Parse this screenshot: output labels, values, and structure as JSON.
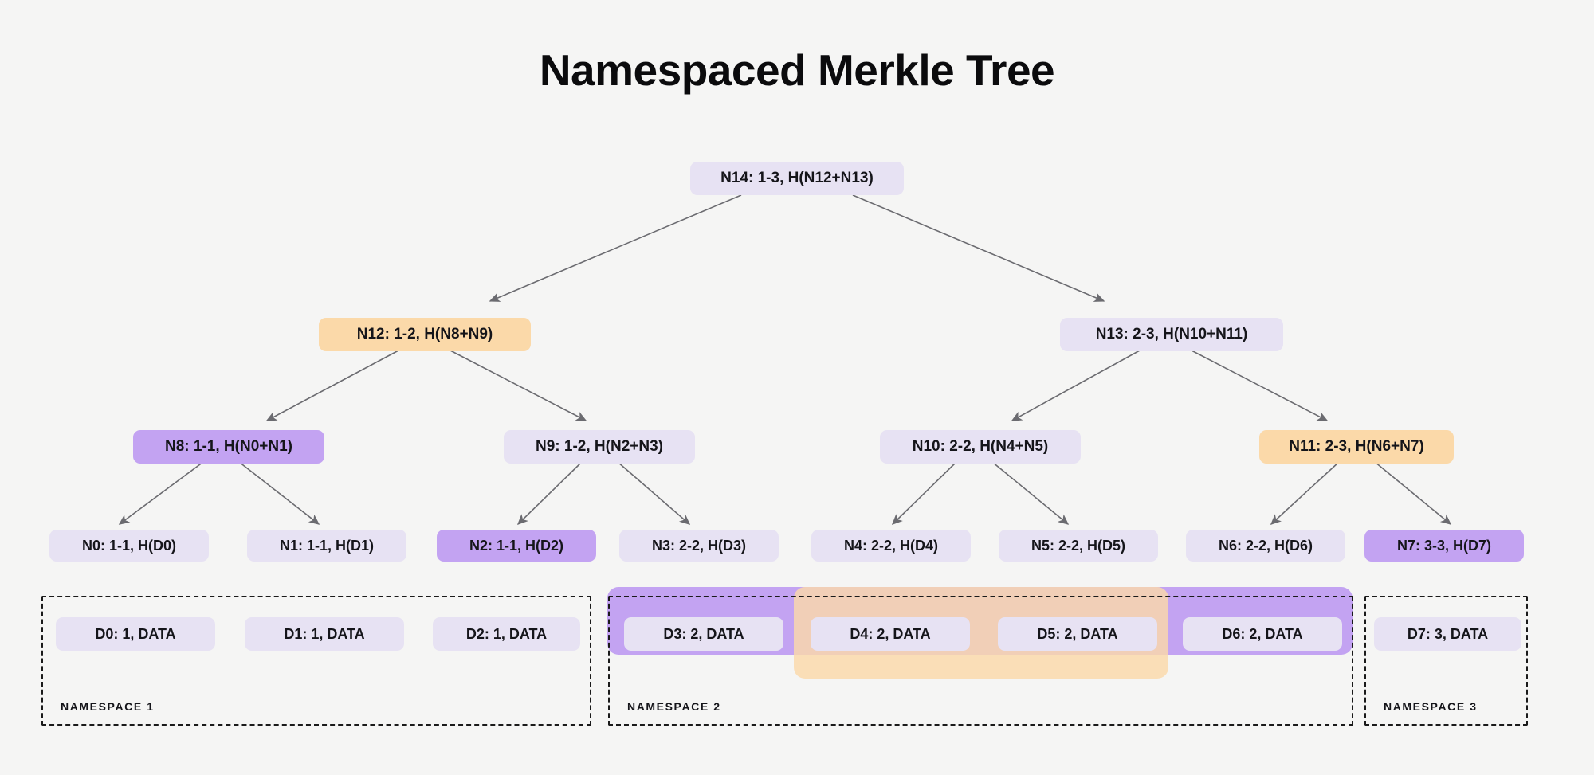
{
  "title": "Namespaced Merkle Tree",
  "colors": {
    "background": "#f5f5f4",
    "node_default": "#e7e2f3",
    "highlight_purple": "#c3a3f2",
    "highlight_orange": "#fbd9a9",
    "text": "#15151a",
    "arrow": "#6b6b70",
    "namespace_border": "#1a1a1a"
  },
  "tree": {
    "root": {
      "label": "N14: 1-3, H(N12+N13)",
      "highlight": "none"
    },
    "level2": [
      {
        "label": "N12: 1-2, H(N8+N9)",
        "highlight": "orange"
      },
      {
        "label": "N13: 2-3, H(N10+N11)",
        "highlight": "none"
      }
    ],
    "level3": [
      {
        "label": "N8: 1-1, H(N0+N1)",
        "highlight": "purple"
      },
      {
        "label": "N9: 1-2, H(N2+N3)",
        "highlight": "none"
      },
      {
        "label": "N10: 2-2, H(N4+N5)",
        "highlight": "none"
      },
      {
        "label": "N11: 2-3, H(N6+N7)",
        "highlight": "orange"
      }
    ],
    "leaves": [
      {
        "label": "N0: 1-1, H(D0)",
        "highlight": "none"
      },
      {
        "label": "N1: 1-1, H(D1)",
        "highlight": "none"
      },
      {
        "label": "N2: 1-1, H(D2)",
        "highlight": "purple"
      },
      {
        "label": "N3: 2-2, H(D3)",
        "highlight": "none"
      },
      {
        "label": "N4: 2-2, H(D4)",
        "highlight": "none"
      },
      {
        "label": "N5: 2-2, H(D5)",
        "highlight": "none"
      },
      {
        "label": "N6: 2-2, H(D6)",
        "highlight": "none"
      },
      {
        "label": "N7: 3-3, H(D7)",
        "highlight": "purple"
      }
    ]
  },
  "data_blocks": [
    {
      "label": "D0: 1, DATA"
    },
    {
      "label": "D1: 1, DATA"
    },
    {
      "label": "D2: 1, DATA"
    },
    {
      "label": "D3: 2, DATA"
    },
    {
      "label": "D4: 2, DATA"
    },
    {
      "label": "D5: 2, DATA"
    },
    {
      "label": "D6: 2, DATA"
    },
    {
      "label": "D7: 3, DATA"
    }
  ],
  "namespaces": [
    {
      "label": "NAMESPACE 1",
      "blocks": [
        "D0: 1, DATA",
        "D1: 1, DATA",
        "D2: 1, DATA"
      ]
    },
    {
      "label": "NAMESPACE 2",
      "blocks": [
        "D3: 2, DATA",
        "D4: 2, DATA",
        "D5: 2, DATA",
        "D6: 2, DATA"
      ]
    },
    {
      "label": "NAMESPACE 3",
      "blocks": [
        "D7: 3, DATA"
      ]
    }
  ],
  "highlight_bands": [
    {
      "name": "purple-range-band",
      "color": "#c3a3f2",
      "covers": [
        "D3: 2, DATA",
        "D4: 2, DATA",
        "D5: 2, DATA",
        "D6: 2, DATA"
      ]
    },
    {
      "name": "orange-range-band",
      "color": "#fbd9a9",
      "covers": [
        "D4: 2, DATA",
        "D5: 2, DATA"
      ]
    }
  ]
}
